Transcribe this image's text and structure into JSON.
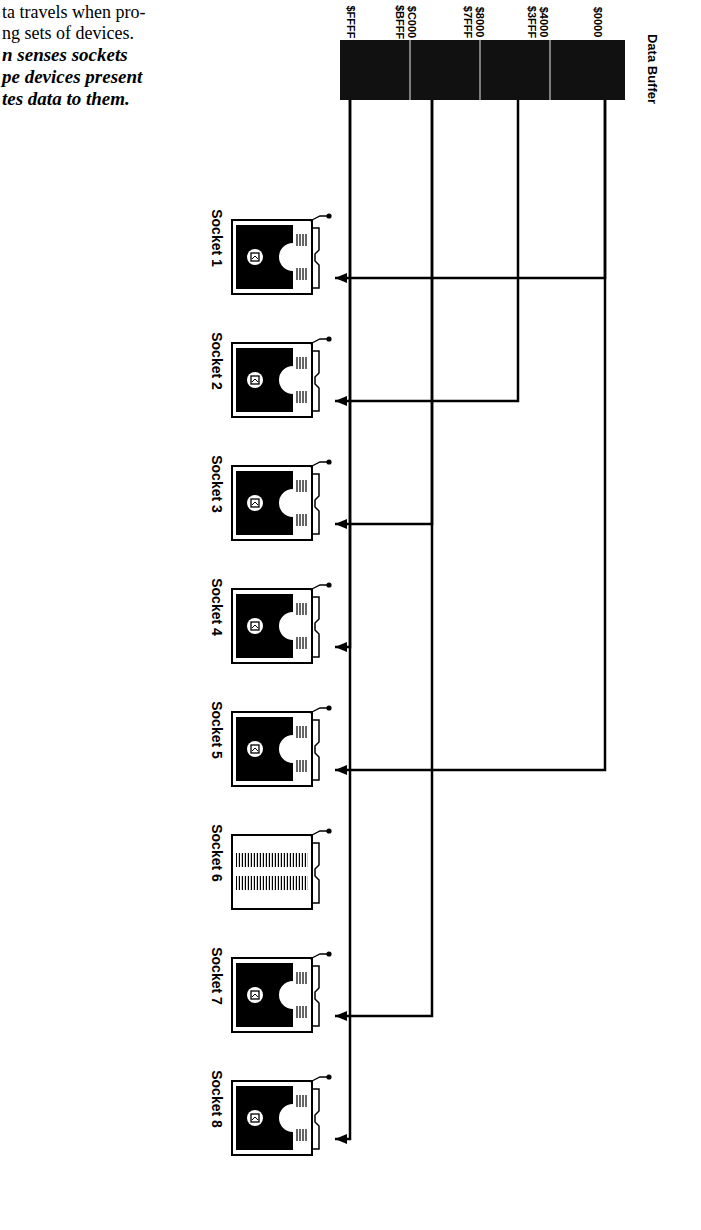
{
  "diagram": {
    "nodes": [
      {
        "text": [
          "Data Buffer"
        ]
      },
      {
        "text": [
          "Socket 1"
        ]
      },
      {
        "text": [
          "Socket 2"
        ]
      },
      {
        "text": [
          "Socket 3"
        ]
      },
      {
        "text": [
          "Socket 4"
        ]
      },
      {
        "text": [
          "Socket 5"
        ]
      },
      {
        "text": [
          "Socket 6"
        ]
      },
      {
        "text": [
          "Socket 7"
        ]
      },
      {
        "text": [
          "Socket 8"
        ]
      }
    ],
    "edges": [
      {
        "from": 0,
        "to": 1,
        "arrow": "to"
      },
      {
        "from": 0,
        "to": 2,
        "arrow": "to"
      },
      {
        "from": 0,
        "to": 3,
        "arrow": "to"
      },
      {
        "from": 0,
        "to": 4,
        "arrow": "to"
      },
      {
        "from": 0,
        "to": 5,
        "arrow": "to"
      },
      {
        "from": 0,
        "to": 7,
        "arrow": "to"
      },
      {
        "from": 0,
        "to": 8,
        "arrow": "to"
      }
    ],
    "labels": [
      "ta travels when pro-",
      "ng sets of devices.",
      "n senses sockets",
      "pe devices present",
      "tes data to them.",
      "$FFFF",
      "$BFFF",
      "$C000",
      "$7FFF",
      "$8000",
      "$3FFF",
      "$4000",
      "$0000"
    ]
  }
}
